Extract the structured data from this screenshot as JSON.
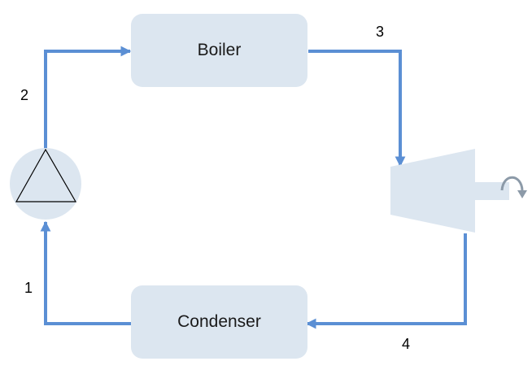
{
  "diagram": {
    "boiler_label": "Boiler",
    "condenser_label": "Condenser",
    "state_points": [
      "1",
      "2",
      "3",
      "4"
    ],
    "components": [
      "pump-icon",
      "turbine-icon",
      "rotation-arrow-icon"
    ],
    "colors": {
      "flow_line": "#5b8fd4",
      "component_fill": "#dce6f0",
      "rotation_arrow": "#8c9aa8"
    }
  }
}
